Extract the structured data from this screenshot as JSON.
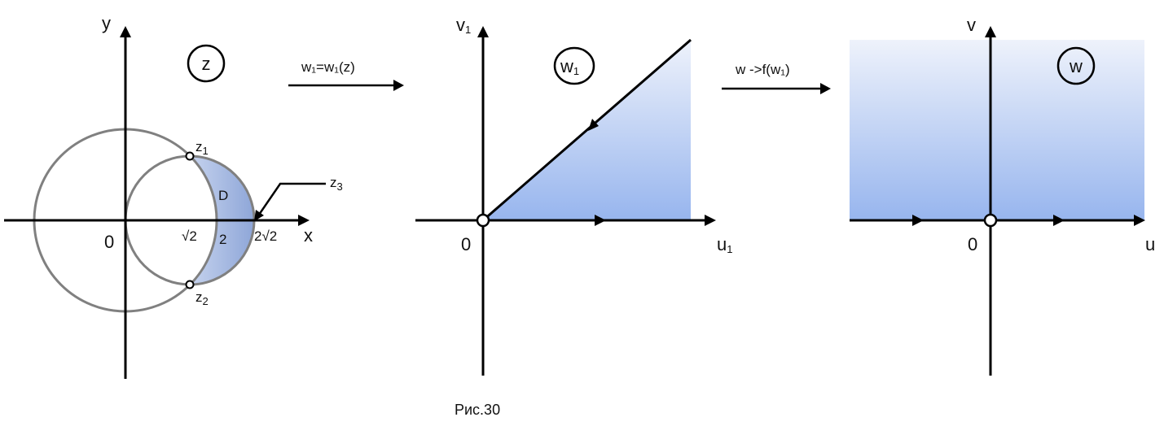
{
  "panel_z": {
    "axis_x": "x",
    "axis_y": "y",
    "origin": "0",
    "plane": "z",
    "tick_sqrt2": "√2",
    "tick_2": "2",
    "tick_2sqrt2": "2√2",
    "region": "D",
    "point1": "z",
    "point1_sub": "1",
    "point2": "z",
    "point2_sub": "2",
    "point3": "z",
    "point3_sub": "3"
  },
  "map1": {
    "text": "w₁=w₁(z)"
  },
  "panel_w1": {
    "axis_x": "u",
    "axis_x_sub": "1",
    "axis_y": "v",
    "axis_y_sub": "1",
    "origin": "0",
    "plane": "w",
    "plane_sub": "1"
  },
  "map2": {
    "text": "w ->f(w₁)"
  },
  "panel_w": {
    "axis_x": "u",
    "axis_y": "v",
    "origin": "0",
    "plane": "w"
  },
  "caption": "Рис.30",
  "colors": {
    "region_fill_top": "#e8eefa",
    "region_fill_bottom": "#97b5ee",
    "crescent_fill": "#9db2dc",
    "circle_stroke": "#808080",
    "axis": "#000000"
  }
}
